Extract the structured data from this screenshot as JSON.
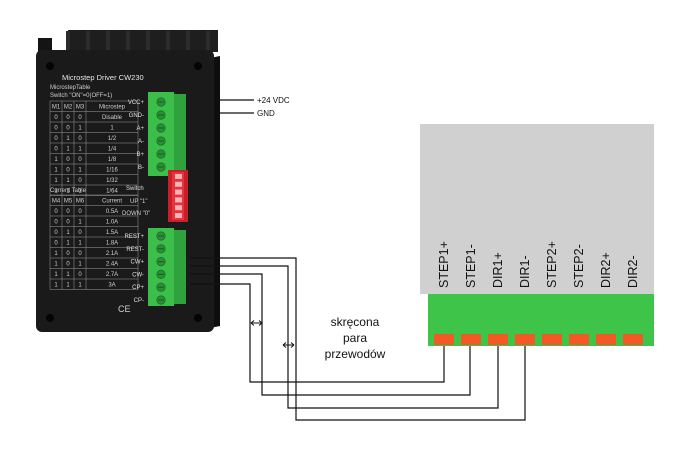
{
  "driver": {
    "title": "Microstep Driver CW230",
    "microstep_table": {
      "heading": "MicrostepTable",
      "switch_note": "Switch \"ON\"=0(OFF=1)",
      "columns": [
        "M1",
        "M2",
        "M3",
        "Microstep"
      ],
      "rows": [
        [
          "0",
          "0",
          "0",
          "Disable"
        ],
        [
          "0",
          "0",
          "1",
          "1"
        ],
        [
          "0",
          "1",
          "0",
          "1/2"
        ],
        [
          "0",
          "1",
          "1",
          "1/4"
        ],
        [
          "1",
          "0",
          "0",
          "1/8"
        ],
        [
          "1",
          "0",
          "1",
          "1/16"
        ],
        [
          "1",
          "1",
          "0",
          "1/32"
        ],
        [
          "1",
          "1",
          "1",
          "1/64"
        ]
      ]
    },
    "current_table": {
      "heading": "Current Table",
      "columns": [
        "M4",
        "M5",
        "M6",
        "Current"
      ],
      "rows": [
        [
          "0",
          "0",
          "0",
          "0.5A"
        ],
        [
          "0",
          "0",
          "1",
          "1.0A"
        ],
        [
          "0",
          "1",
          "0",
          "1.5A"
        ],
        [
          "0",
          "1",
          "1",
          "1.8A"
        ],
        [
          "1",
          "0",
          "0",
          "2.1A"
        ],
        [
          "1",
          "0",
          "1",
          "2.4A"
        ],
        [
          "1",
          "1",
          "0",
          "2.7A"
        ],
        [
          "1",
          "1",
          "1",
          "3A"
        ]
      ]
    },
    "power_pins": [
      "VCC+",
      "GND-",
      "A+",
      "A-",
      "B+",
      "B-"
    ],
    "switch_labels": [
      "Switch",
      "UP \"1\"",
      "DOWN \"0\""
    ],
    "signal_pins": [
      "REST+",
      "REST-",
      "CW+",
      "CW-",
      "CP+",
      "CP-"
    ],
    "ce_mark": "CE"
  },
  "power": {
    "vcc_label": "+24 VDC",
    "gnd_label": "GND"
  },
  "wiring_note": [
    "skręcona",
    "para",
    "przewodów"
  ],
  "module": {
    "pins": [
      "STEP1+",
      "STEP1-",
      "DIR1+",
      "DIR1-",
      "STEP2+",
      "STEP2-",
      "DIR2+",
      "DIR2-"
    ],
    "colors": {
      "body": "#d0d0d0",
      "header": "#3fc44a",
      "pad": "#f15a24"
    }
  },
  "colors": {
    "driver_body": "#1a1a1a",
    "terminal": "#3bbf4a",
    "dip_switch": "#e8323c"
  }
}
